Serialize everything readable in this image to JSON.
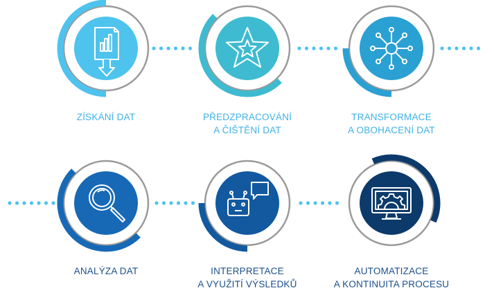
{
  "colors": {
    "step1": "#4ec3ee",
    "step2": "#3ebbd0",
    "step3": "#2ba0d2",
    "step4": "#1769b6",
    "step5": "#1259a0",
    "step6": "#0c3a6a",
    "ring": "#9a9a9a",
    "connector_top": "#4ec3ee",
    "connector_bottom": "#4ec3ee",
    "label_top": "#3fb1e6",
    "label_bottom": "#1d4f8a"
  },
  "steps": [
    {
      "line1": "ZÍSKÁNÍ DAT",
      "line2": "",
      "icon": "document-download-chart-icon"
    },
    {
      "line1": "PŘEDZPRACOVÁNÍ",
      "line2": "A ČIŠTĚNÍ DAT",
      "icon": "star-icon"
    },
    {
      "line1": "TRANSFORMACE",
      "line2": "A OBOHACENÍ DAT",
      "icon": "network-hub-icon"
    },
    {
      "line1": "ANALÝZA DAT",
      "line2": "",
      "icon": "magnifier-icon"
    },
    {
      "line1": "INTERPRETACE",
      "line2": "A VYUŽITÍ VÝSLEDKŮ",
      "icon": "robot-chat-icon"
    },
    {
      "line1": "AUTOMATIZACE",
      "line2": "A KONTINUITA PROCESU",
      "icon": "monitor-gear-icon"
    }
  ]
}
